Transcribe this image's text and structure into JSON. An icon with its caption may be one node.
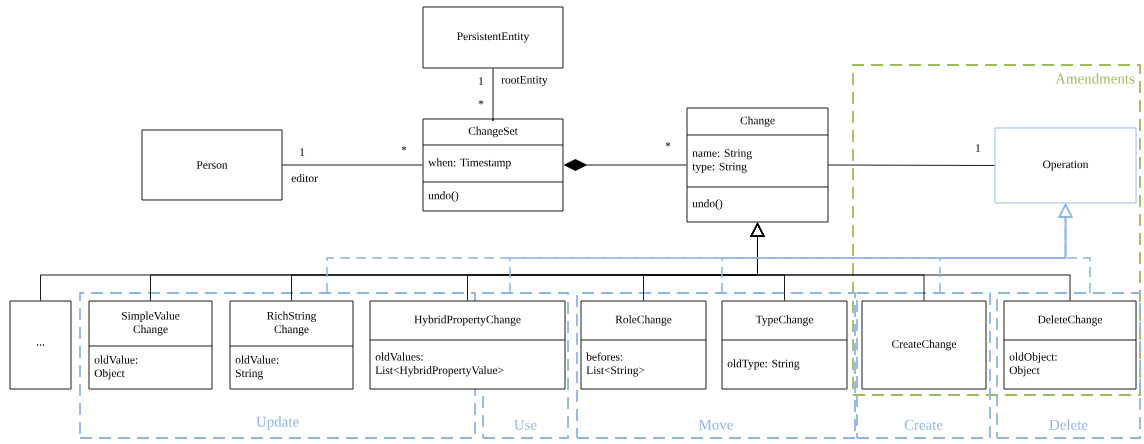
{
  "diagram": {
    "nodes": [
      {
        "text": [
          "PersistentEntity"
        ]
      },
      {
        "text": [
          "Person"
        ]
      },
      {
        "text": [
          "ChangeSet",
          "when: Timestamp",
          "undo()"
        ]
      },
      {
        "text": [
          "Change",
          "name: String type: String",
          "undo()"
        ]
      },
      {
        "text": [
          "Amendments"
        ]
      },
      {
        "text": [
          "Operation"
        ],
        "in": 4
      },
      {
        "text": [
          "..."
        ]
      },
      {
        "text": [
          "Update"
        ]
      },
      {
        "text": [
          "SimpleValue Change",
          "oldValue: Object"
        ],
        "in": 7
      },
      {
        "text": [
          "RichString Change",
          "oldValue: String"
        ],
        "in": 7
      },
      {
        "text": [
          "HybridPropertyChange",
          "oldValues: List<HybridPropertyValue>"
        ]
      },
      {
        "text": [
          "Use"
        ]
      },
      {
        "text": [
          "Move"
        ]
      },
      {
        "text": [
          "RoleChange",
          "befores: List<String>"
        ],
        "in": 12
      },
      {
        "text": [
          "TypeChange",
          "oldType: String"
        ],
        "in": 12
      },
      {
        "text": [
          "Create"
        ]
      },
      {
        "text": [
          "CreateChange"
        ]
      },
      {
        "text": [
          "Delete"
        ]
      },
      {
        "text": [
          "DeleteChange",
          "oldObject: Object"
        ]
      }
    ],
    "edges": [
      {
        "from": 2,
        "to": 0,
        "arrow": "none",
        "label": "rootEntity"
      },
      {
        "from": 1,
        "to": 2,
        "arrow": "none",
        "label": "editor"
      },
      {
        "from": 2,
        "to": 3,
        "arrow": "other"
      },
      {
        "from": 3,
        "to": 5,
        "arrow": "none"
      },
      {
        "from": 6,
        "to": 3,
        "arrow": "to"
      },
      {
        "from": 8,
        "to": 3,
        "arrow": "to"
      },
      {
        "from": 9,
        "to": 3,
        "arrow": "to"
      },
      {
        "from": 10,
        "to": 3,
        "arrow": "to"
      },
      {
        "from": 13,
        "to": 3,
        "arrow": "to"
      },
      {
        "from": 14,
        "to": 3,
        "arrow": "to"
      },
      {
        "from": 16,
        "to": 3,
        "arrow": "to"
      },
      {
        "from": 18,
        "to": 3,
        "arrow": "to"
      },
      {
        "from": 7,
        "to": 5,
        "arrow": "to",
        "style": "dashed",
        "color": "#8eb4e3"
      },
      {
        "from": 11,
        "to": 5,
        "arrow": "to",
        "style": "dashed",
        "color": "#8eb4e3"
      },
      {
        "from": 12,
        "to": 5,
        "arrow": "to",
        "style": "dashed",
        "color": "#8eb4e3"
      },
      {
        "from": 15,
        "to": 5,
        "arrow": "to",
        "style": "dashed",
        "color": "#8eb4e3"
      },
      {
        "from": 17,
        "to": 5,
        "arrow": "to",
        "style": "dashed",
        "color": "#8eb4e3"
      }
    ],
    "labels": [
      "1",
      "*",
      "1",
      "*",
      "*",
      "1"
    ]
  }
}
